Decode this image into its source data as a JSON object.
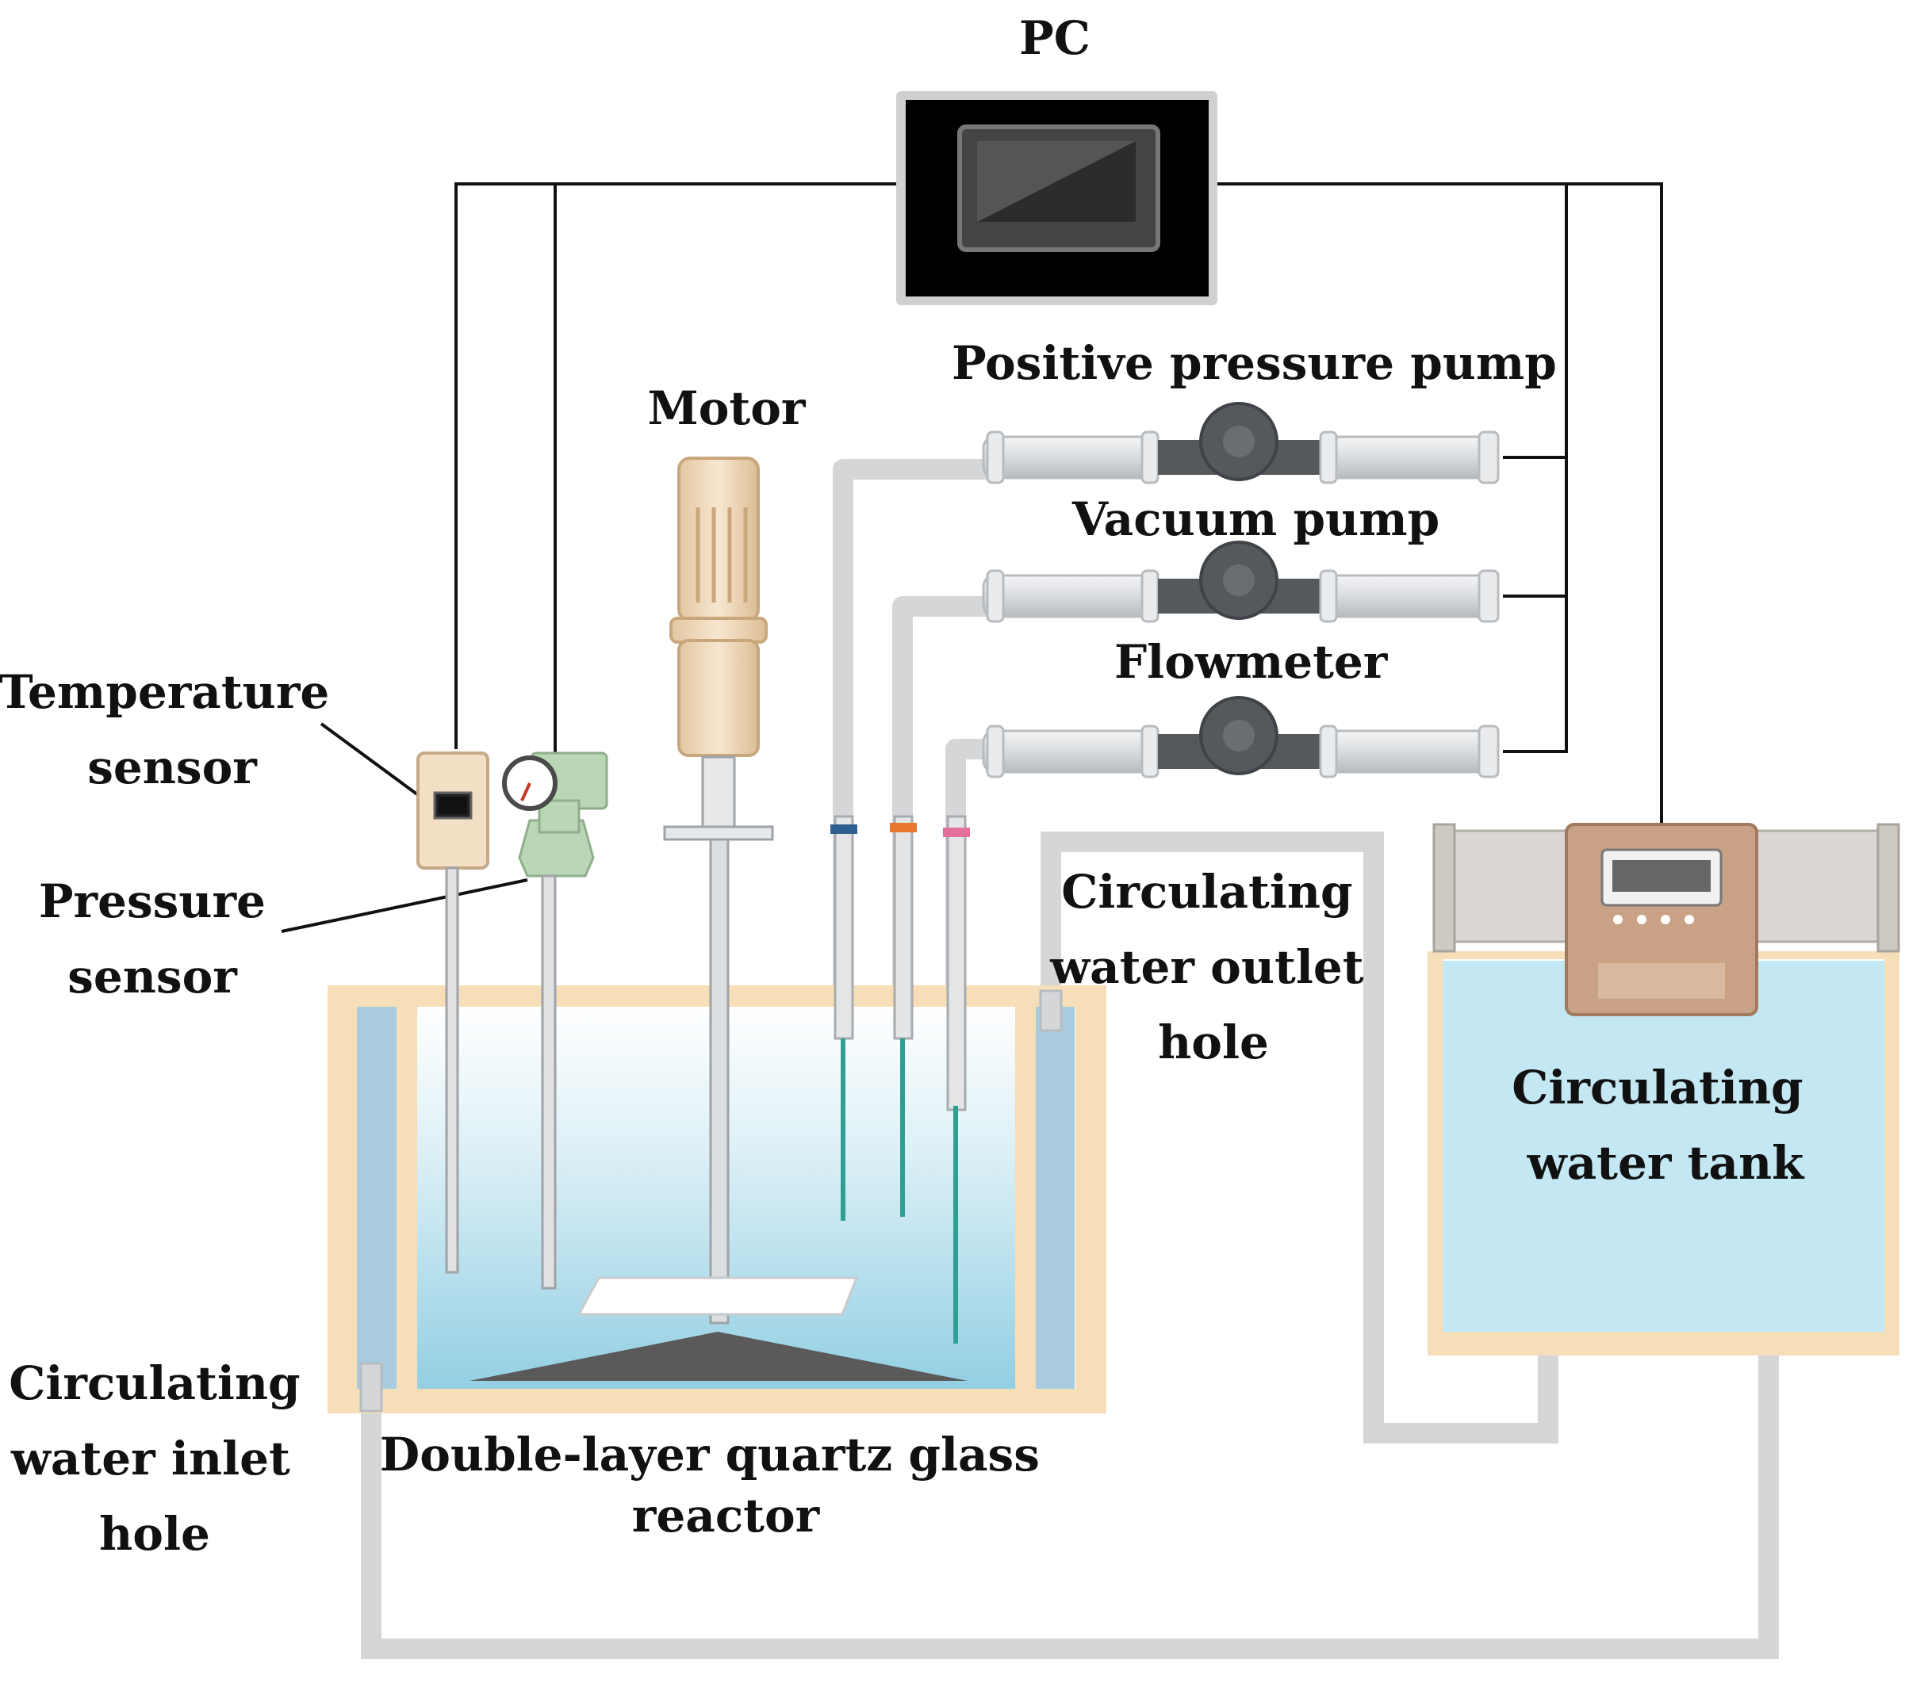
{
  "labels": {
    "pc": "PC",
    "positive_pump": "Positive pressure pump",
    "motor": "Motor",
    "vacuum_pump": "Vacuum pump",
    "flowmeter": "Flowmeter",
    "temperature_sensor": [
      "Temperature",
      "sensor"
    ],
    "pressure_sensor": [
      "Pressure",
      "sensor"
    ],
    "outlet_hole": [
      "Circulating",
      "water outlet",
      "hole"
    ],
    "water_tank": [
      "Circulating",
      "water tank"
    ],
    "inlet_hole": [
      "Circulating",
      "water inlet",
      "hole"
    ],
    "reactor": [
      "Double-layer quartz glass",
      "reactor"
    ]
  },
  "colors": {
    "wire": "#111111",
    "pipe": "#d4d6d8",
    "pipe_edge": "#b9bcbf",
    "frame": "#f6deb8",
    "jacket": "#a9cbe0",
    "reactor_water": "#9fd3e4",
    "tank_water": "#c4e8f3",
    "pump_body": "#55585c",
    "monitor": "#000000",
    "motor": "#efd9b9",
    "tank_box": "#c9a184",
    "ring_blue": "#2f5f8f",
    "ring_orange": "#e8762c",
    "ring_pink": "#e6709c",
    "probe_teal": "#2f9e93",
    "sediment": "#5a5a5a",
    "gauge_body": "#b9d6b5"
  },
  "icons": {
    "pc": "monitor-icon",
    "pump": "pump-icon",
    "motor": "motor-icon",
    "gauge": "pressure-gauge-icon",
    "thermometer": "temperature-sensor-icon"
  }
}
